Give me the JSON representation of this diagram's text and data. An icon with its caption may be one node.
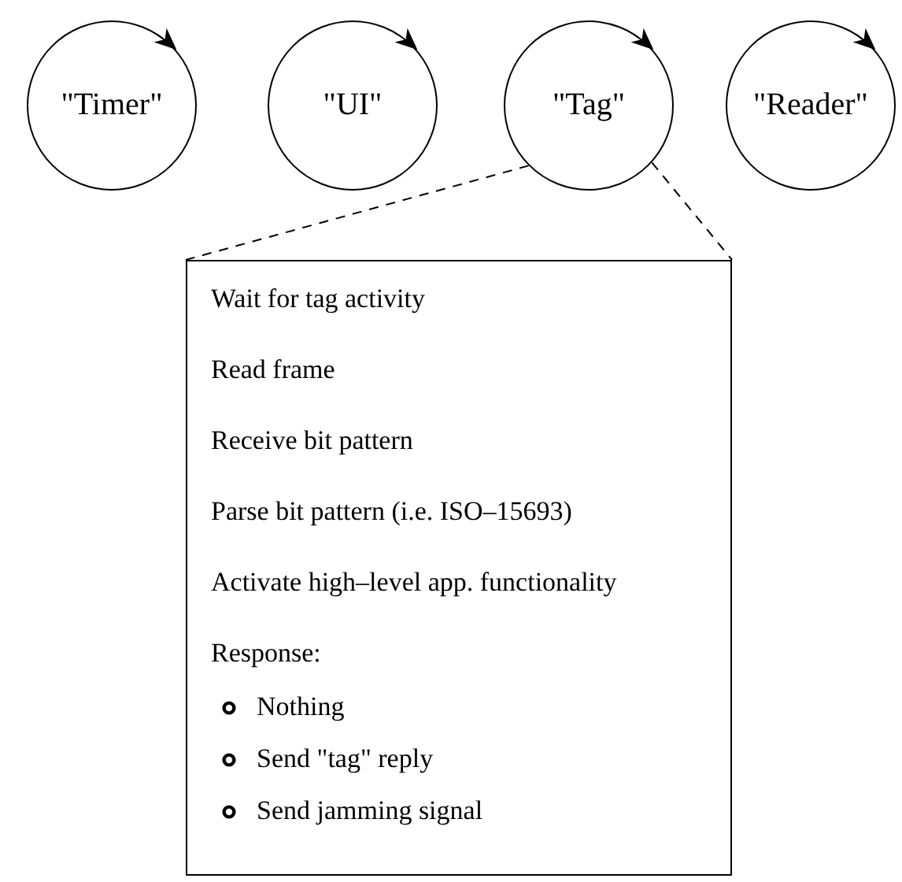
{
  "diagram": {
    "nodes": [
      {
        "text": [
          "\"Timer\""
        ]
      },
      {
        "text": [
          "\"UI\""
        ]
      },
      {
        "text": [
          "\"Tag\""
        ]
      },
      {
        "text": [
          "\"Reader\""
        ]
      },
      {
        "text": [
          "Wait for tag activity",
          "Read frame",
          "Receive bit pattern",
          "Parse bit pattern (i.e. ISO–15693)",
          "Activate high–level app. functionality",
          "Response:",
          "Nothing",
          "Send \"tag\" reply",
          "Send jamming signal"
        ]
      }
    ],
    "edges": [
      {
        "from": 2,
        "to": 4,
        "arrow": "none",
        "style": "dashed"
      },
      {
        "from": 2,
        "to": 4,
        "arrow": "none",
        "style": "dashed"
      }
    ]
  }
}
